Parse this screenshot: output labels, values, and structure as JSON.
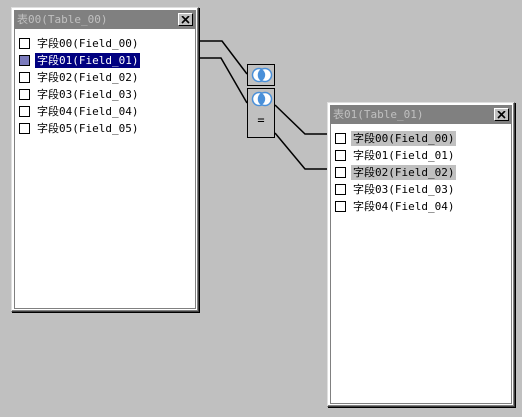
{
  "left_table": {
    "title": "表00(Table_00)",
    "fields": [
      {
        "label": "字段00(Field_00)",
        "checked": false,
        "state": "normal"
      },
      {
        "label": "字段01(Field_01)",
        "checked": true,
        "state": "selected"
      },
      {
        "label": "字段02(Field_02)",
        "checked": false,
        "state": "normal"
      },
      {
        "label": "字段03(Field_03)",
        "checked": false,
        "state": "normal"
      },
      {
        "label": "字段04(Field_04)",
        "checked": false,
        "state": "normal"
      },
      {
        "label": "字段05(Field_05)",
        "checked": false,
        "state": "normal"
      }
    ]
  },
  "right_table": {
    "title": "表01(Table_01)",
    "fields": [
      {
        "label": "字段00(Field_00)",
        "checked": false,
        "state": "linked"
      },
      {
        "label": "字段01(Field_01)",
        "checked": false,
        "state": "normal"
      },
      {
        "label": "字段02(Field_02)",
        "checked": false,
        "state": "linked"
      },
      {
        "label": "字段03(Field_03)",
        "checked": false,
        "state": "normal"
      },
      {
        "label": "字段04(Field_04)",
        "checked": false,
        "state": "normal"
      }
    ]
  },
  "joins": [
    {
      "icon": "inner-join-icon",
      "operator": ""
    },
    {
      "icon": "inner-join-icon",
      "operator": "="
    }
  ],
  "colors": {
    "background": "#c0c0c0",
    "title_bar": "#808080",
    "selection": "#000080",
    "checked_box": "#7b7bbd",
    "join_blue": "#4a90d9"
  }
}
